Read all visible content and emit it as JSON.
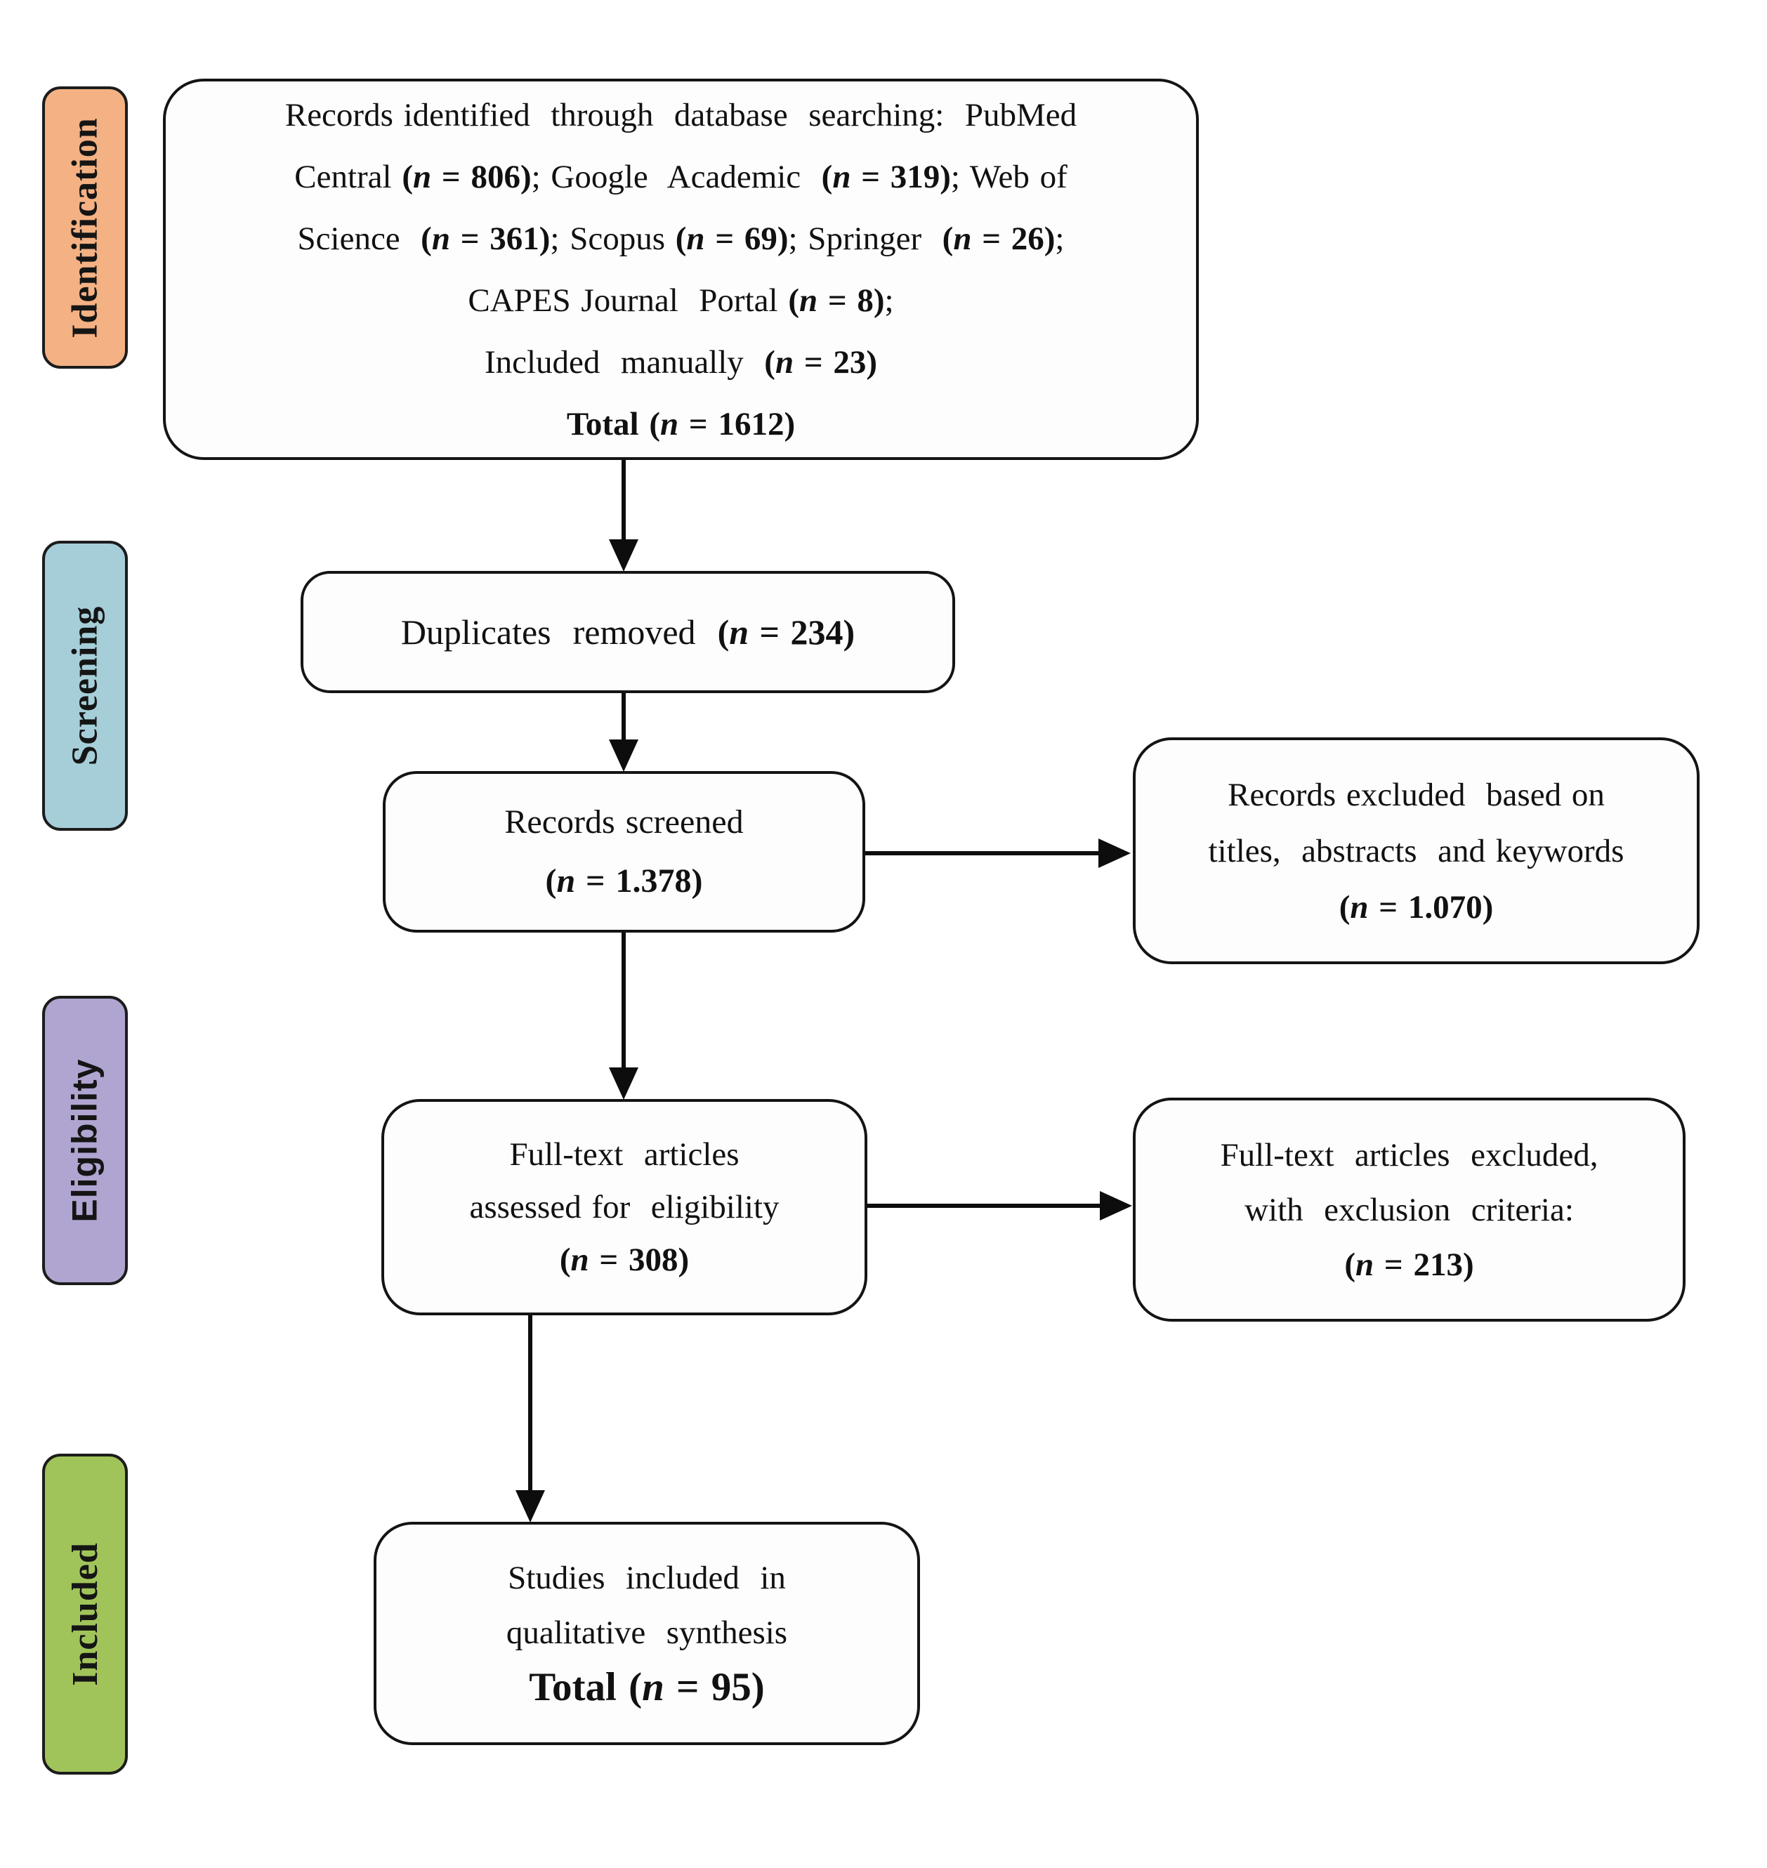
{
  "figure_title": "PRISMA study selection flow diagram",
  "sidebar": {
    "stages": [
      {
        "label": "Identification",
        "color": "#f4b183"
      },
      {
        "label": "Screening",
        "color": "#a5ced9"
      },
      {
        "label": "Eligibility",
        "color": "#b0a5d1"
      },
      {
        "label": "Included",
        "color": "#a1c45a"
      }
    ]
  },
  "flow": {
    "identified": {
      "counts": {
        "PubMed Central": 806,
        "Google Academic": 319,
        "Web of Science": 361,
        "Scopus": 69,
        "Springer": 26,
        "CAPES Journal Portal": 8,
        "Included manually": 23,
        "Total": 1612
      },
      "lines": [
        [
          {
            "s": "r",
            "t": "Records identified  through  database  searching:  PubMed"
          }
        ],
        [
          {
            "s": "r",
            "t": "Central "
          },
          {
            "s": "b",
            "t": "("
          },
          {
            "s": "bi",
            "t": "n"
          },
          {
            "s": "b",
            "t": " = 806)"
          },
          {
            "s": "r",
            "t": "; Google  Academic  "
          },
          {
            "s": "b",
            "t": "("
          },
          {
            "s": "bi",
            "t": "n"
          },
          {
            "s": "b",
            "t": " = 319)"
          },
          {
            "s": "r",
            "t": "; Web of"
          }
        ],
        [
          {
            "s": "r",
            "t": "Science  "
          },
          {
            "s": "b",
            "t": "("
          },
          {
            "s": "bi",
            "t": "n"
          },
          {
            "s": "b",
            "t": " = 361)"
          },
          {
            "s": "r",
            "t": "; Scopus "
          },
          {
            "s": "b",
            "t": "("
          },
          {
            "s": "bi",
            "t": "n"
          },
          {
            "s": "b",
            "t": " = 69)"
          },
          {
            "s": "r",
            "t": "; Springer  "
          },
          {
            "s": "b",
            "t": "("
          },
          {
            "s": "bi",
            "t": "n"
          },
          {
            "s": "b",
            "t": " = 26)"
          },
          {
            "s": "r",
            "t": ";"
          }
        ],
        [
          {
            "s": "r",
            "t": "CAPES Journal  Portal "
          },
          {
            "s": "b",
            "t": "("
          },
          {
            "s": "bi",
            "t": "n"
          },
          {
            "s": "b",
            "t": " = 8)"
          },
          {
            "s": "r",
            "t": ";"
          }
        ],
        [
          {
            "s": "r",
            "t": "Included  manually  "
          },
          {
            "s": "b",
            "t": "("
          },
          {
            "s": "bi",
            "t": "n"
          },
          {
            "s": "b",
            "t": " = 23)"
          }
        ],
        [
          {
            "s": "b",
            "t": "Total ("
          },
          {
            "s": "bi",
            "t": "n"
          },
          {
            "s": "b",
            "t": " = 1612)"
          }
        ]
      ]
    },
    "duplicates": {
      "count": 234,
      "lines": [
        [
          {
            "s": "r",
            "t": "Duplicates  removed  "
          },
          {
            "s": "b",
            "t": "("
          },
          {
            "s": "bi",
            "t": "n"
          },
          {
            "s": "b",
            "t": " = 234)"
          }
        ]
      ]
    },
    "screened": {
      "count": "1.378",
      "lines": [
        [
          {
            "s": "r",
            "t": "Records screened"
          }
        ],
        [
          {
            "s": "b",
            "t": "("
          },
          {
            "s": "bi",
            "t": "n"
          },
          {
            "s": "b",
            "t": " = 1.378)"
          }
        ]
      ]
    },
    "excluded_screening": {
      "count": "1.070",
      "lines": [
        [
          {
            "s": "r",
            "t": "Records excluded  based on"
          }
        ],
        [
          {
            "s": "r",
            "t": "titles,  abstracts  and keywords"
          }
        ],
        [
          {
            "s": "b",
            "t": "("
          },
          {
            "s": "bi",
            "t": "n"
          },
          {
            "s": "b",
            "t": " = 1.070)"
          }
        ]
      ]
    },
    "fulltext": {
      "count": 308,
      "lines": [
        [
          {
            "s": "r",
            "t": "Full-text  articles"
          }
        ],
        [
          {
            "s": "r",
            "t": "assessed for  eligibility"
          }
        ],
        [
          {
            "s": "b",
            "t": "("
          },
          {
            "s": "bi",
            "t": "n"
          },
          {
            "s": "b",
            "t": " = 308)"
          }
        ]
      ]
    },
    "excluded_fulltext": {
      "count": 213,
      "lines": [
        [
          {
            "s": "r",
            "t": "Full-text  articles  excluded,"
          }
        ],
        [
          {
            "s": "r",
            "t": "with  exclusion  criteria:"
          }
        ],
        [
          {
            "s": "b",
            "t": "("
          },
          {
            "s": "bi",
            "t": "n"
          },
          {
            "s": "b",
            "t": " = 213)"
          }
        ]
      ]
    },
    "included_studies": {
      "count": 95,
      "lines": [
        [
          {
            "s": "r",
            "t": "Studies  included  in"
          }
        ],
        [
          {
            "s": "r",
            "t": "qualitative  synthesis"
          }
        ],
        [
          {
            "s": "B",
            "t": "Total ("
          },
          {
            "s": "Bi",
            "t": "n"
          },
          {
            "s": "B",
            "t": " = 95)"
          }
        ]
      ]
    }
  }
}
